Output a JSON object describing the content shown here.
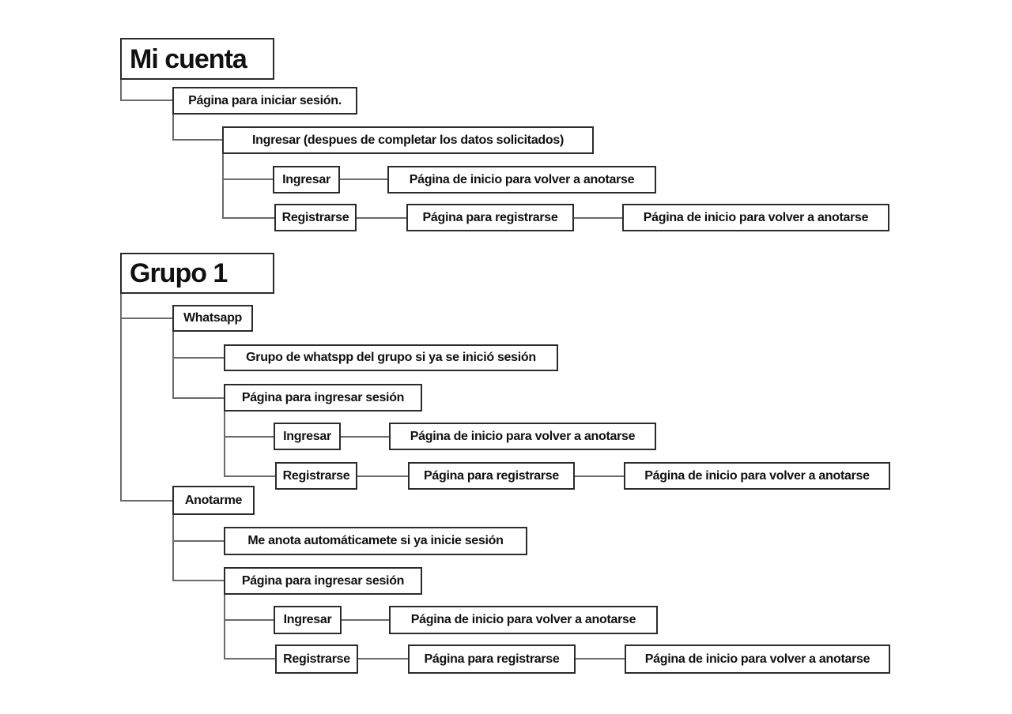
{
  "colors": {
    "background": "#ffffff",
    "box_border": "#2b2b2b",
    "connector": "#6b6b6b",
    "text": "#111111"
  },
  "diagram": {
    "type": "sitemap-tree",
    "sections": [
      {
        "title": "Mi cuenta",
        "children": [
          {
            "label": "Página para iniciar sesión.",
            "children": [
              {
                "label": "Ingresar (despues de completar los datos solicitados)",
                "children": [
                  {
                    "label": "Ingresar",
                    "chain": [
                      "Página de inicio para volver a anotarse"
                    ]
                  },
                  {
                    "label": "Registrarse",
                    "chain": [
                      "Página para registrarse",
                      "Página de inicio para volver a anotarse"
                    ]
                  }
                ]
              }
            ]
          }
        ]
      },
      {
        "title": "Grupo 1",
        "children": [
          {
            "label": "Whatsapp",
            "children": [
              {
                "label": "Grupo de whatspp del grupo si ya se inició sesión"
              },
              {
                "label": "Página para ingresar sesión",
                "children": [
                  {
                    "label": "Ingresar",
                    "chain": [
                      "Página de inicio para volver a anotarse"
                    ]
                  },
                  {
                    "label": "Registrarse",
                    "chain": [
                      "Página para registrarse",
                      "Página de inicio para volver a anotarse"
                    ]
                  }
                ]
              }
            ]
          },
          {
            "label": "Anotarme",
            "children": [
              {
                "label": "Me anota automáticamete si ya inicie sesión"
              },
              {
                "label": "Página para ingresar sesión",
                "children": [
                  {
                    "label": "Ingresar",
                    "chain": [
                      "Página de inicio para volver a anotarse"
                    ]
                  },
                  {
                    "label": "Registrarse",
                    "chain": [
                      "Página para registrarse",
                      "Página de inicio para volver a anotarse"
                    ]
                  }
                ]
              }
            ]
          }
        ]
      }
    ]
  }
}
